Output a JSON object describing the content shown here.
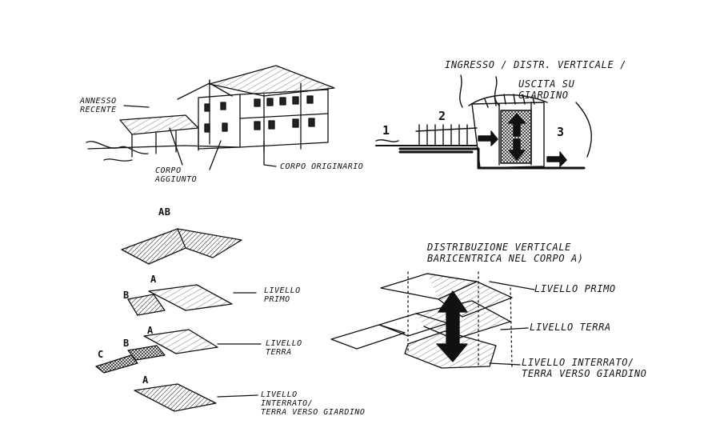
{
  "building": {
    "annesso_recente": "ANNESSO\nRECENTE",
    "corpo_aggiunto": "CORPO\nAGGIUNTO",
    "corpo_originario": "CORPO ORIGINARIO"
  },
  "section": {
    "header": "INGRESSO / DISTR. VERTICALE /",
    "header2": "USCITA SU\nGIARDINO",
    "n1": "1",
    "n2": "2",
    "n3": "3"
  },
  "levels_left": {
    "roof_tag": "AB",
    "primo_a": "A",
    "primo_b": "B",
    "primo_label": "LIVELLO\nPRIMO",
    "terra_a": "A",
    "terra_b": "B",
    "terra_c": "C",
    "terra_label": "LIVELLO\nTERRA",
    "interrato_a": "A",
    "interrato_label": "LIVELLO\nINTERRATO/\nTERRA VERSO GIARDINO"
  },
  "levels_right": {
    "title": "DISTRIBUZIONE VERTICALE\nBARICENTRICA NEL CORPO A)",
    "primo": "LIVELLO PRIMO",
    "terra": "LIVELLO TERRA",
    "interrato": "LIVELLO INTERRATO/\nTERRA VERSO GIARDINO"
  }
}
